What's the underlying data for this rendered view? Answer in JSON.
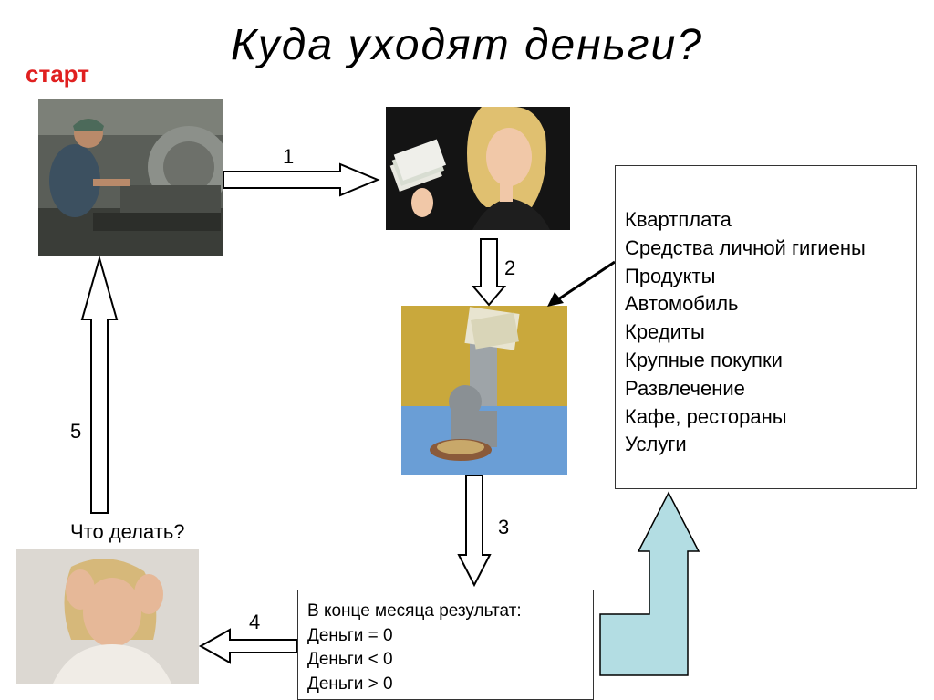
{
  "title": "Куда  уходят  деньги?",
  "start_label": "старт",
  "step_numbers": [
    "1",
    "2",
    "3",
    "4",
    "5"
  ],
  "expenses": [
    "Квартплата",
    "Средства личной гигиены",
    "Продукты",
    "Автомобиль",
    "Кредиты",
    "Крупные покупки",
    "Развлечение",
    "Кафе, рестораны",
    "Услуги"
  ],
  "result_lines": [
    "В конце месяца  результат:",
    "Деньги = 0",
    "Деньги < 0",
    "Деньги > 0"
  ],
  "question_label": "Что делать?",
  "colors": {
    "start": "#e02020",
    "feedback_arrow": "#b3dde3"
  }
}
